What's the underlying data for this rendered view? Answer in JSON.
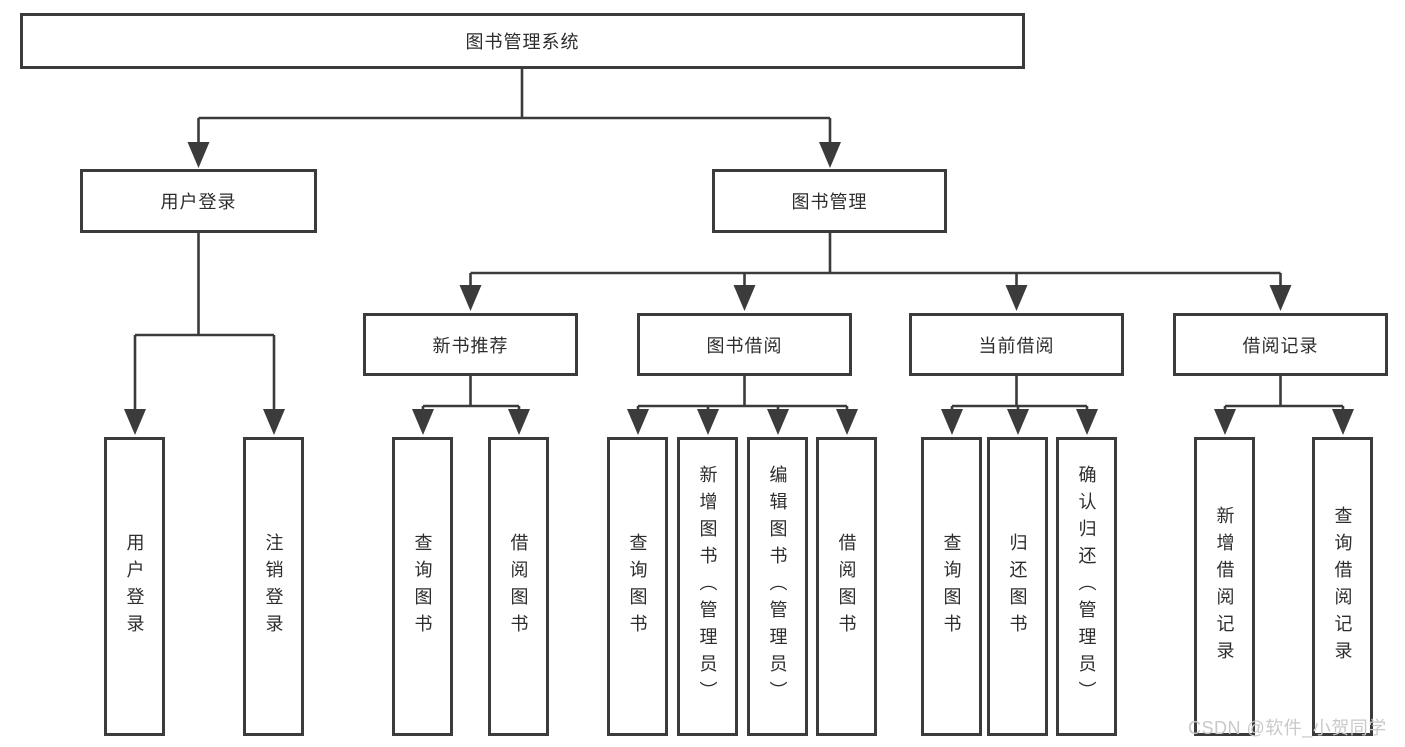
{
  "theme": {
    "background": "#ffffff",
    "line_color": "#3b3b3b",
    "box_border_color": "#3b3b3b",
    "text_color": "#2d2d2d",
    "watermark_color": "#c9c9c9"
  },
  "diagram": {
    "root": {
      "label": "图书管理系统"
    },
    "level2": [
      {
        "label": "用户登录"
      },
      {
        "label": "图书管理"
      }
    ],
    "level3": [
      {
        "label": "新书推荐"
      },
      {
        "label": "图书借阅"
      },
      {
        "label": "当前借阅"
      },
      {
        "label": "借阅记录"
      }
    ],
    "leaves": [
      {
        "label": "用户登录"
      },
      {
        "label": "注销登录"
      },
      {
        "label": "查询图书"
      },
      {
        "label": "借阅图书"
      },
      {
        "label": "查询图书"
      },
      {
        "label": "新增图书（管理员）"
      },
      {
        "label": "编辑图书（管理员）"
      },
      {
        "label": "借阅图书"
      },
      {
        "label": "查询图书"
      },
      {
        "label": "归还图书"
      },
      {
        "label": "确认归还（管理员）"
      },
      {
        "label": "新增借阅记录"
      },
      {
        "label": "查询借阅记录"
      }
    ]
  },
  "watermark": {
    "text": "CSDN @软件_小贺同学"
  }
}
